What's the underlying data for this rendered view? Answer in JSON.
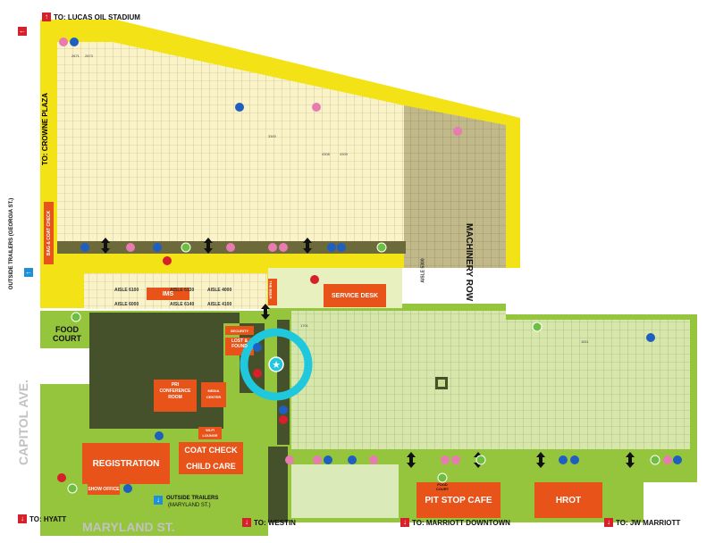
{
  "colors": {
    "yellow_hall": "#f3e215",
    "light_hall": "#fbf3c8",
    "machinery": "#c2b98a",
    "green_hall": "#c7dd8f",
    "green_outer": "#95c43d",
    "dark_green": "#44512b",
    "orange": "#e8531a",
    "cyan": "#1fc8dd",
    "red": "#d6202a",
    "blue": "#1f8fd6"
  },
  "directions": {
    "lucas_oil": "TO: LUCAS OIL STADIUM",
    "crowne_plaza": "TO: CROWNE PLAZA",
    "hyatt": "TO: HYATT",
    "westin": "TO: WESTIN",
    "marriott_downtown": "TO: MARRIOTT DOWNTOWN",
    "jw_marriott": "TO: JW MARRIOTT",
    "outside_trailers_georgia": "OUTSIDE TRAILERS (GEORGIA ST.)",
    "outside_trailers_maryland_1": "OUTSIDE TRAILERS",
    "outside_trailers_maryland_2": "(MARYLAND ST.)"
  },
  "streets": {
    "capitol": "CAPITOL AVE.",
    "maryland": "MARYLAND ST."
  },
  "venues": {
    "machinery_row": "MACHINERY ROW",
    "service_desk": "SERVICE DESK",
    "ims": "IMS",
    "bag_coat_check": "BAG & COAT CHECK",
    "food_court_1": "FOOD",
    "food_court_2": "COURT",
    "registration": "REGISTRATION",
    "coat_check": "COAT CHECK",
    "child_care": "CHILD CARE",
    "show_office": "SHOW OFFICE",
    "pit_stop_cafe": "PIT STOP CAFE",
    "hrot": "HROT",
    "pri_conference_1": "PRI",
    "pri_conference_2": "CONFERENCE",
    "pri_conference_3": "ROOM",
    "media_center_1": "MEDIA",
    "media_center_2": "CENTER",
    "security": "SECURITY",
    "lost_found_1": "LOST &",
    "lost_found_2": "FOUND",
    "the_beer_1": "THE",
    "the_beer_2": "BEER",
    "food_court_small_1": "FOOD",
    "food_court_small_2": "COURT",
    "wifi_lounge_1": "WI-FI",
    "wifi_lounge_2": "LOUNGE"
  },
  "aisles": {
    "a6100": "AISLE 6100",
    "a6000": "AISLE 6000",
    "a6130": "AISLE 6130",
    "a6140": "AISLE 6140",
    "a4000": "AISLE 4000",
    "a4100": "AISLE 4100",
    "a5300": "AISLE 5300"
  },
  "booths": {
    "b1": "2671",
    "b2": "2673",
    "b3": "3300",
    "b4": "4308",
    "b5": "4309",
    "b6": "1701",
    "b7": "1811"
  }
}
